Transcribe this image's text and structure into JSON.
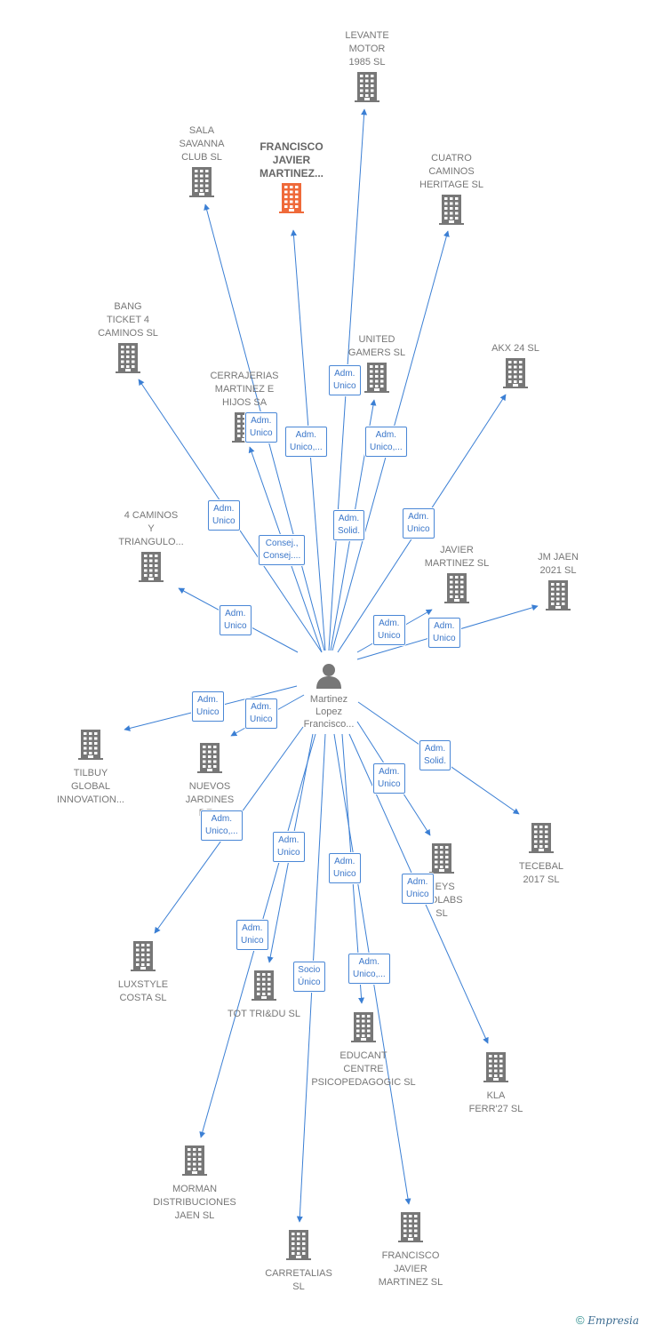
{
  "center": {
    "label": "Martinez\nLopez\nFrancisco..."
  },
  "nodes": [
    {
      "id": "levante",
      "label": "LEVANTE\nMOTOR\n1985  SL",
      "highlight": false
    },
    {
      "id": "sala",
      "label": "SALA\nSAVANNA\nCLUB  SL",
      "highlight": false
    },
    {
      "id": "fjm_main",
      "label": "FRANCISCO\nJAVIER\nMARTINEZ...",
      "highlight": true
    },
    {
      "id": "cuatro",
      "label": "CUATRO\nCAMINOS\nHERITAGE  SL",
      "highlight": false
    },
    {
      "id": "bang",
      "label": "BANG\nTICKET 4\nCAMINOS  SL",
      "highlight": false
    },
    {
      "id": "united",
      "label": "UNITED\nGAMERS  SL",
      "highlight": false
    },
    {
      "id": "akx",
      "label": "AKX 24  SL",
      "highlight": false
    },
    {
      "id": "cerrajerias",
      "label": "CERRAJERIAS\nMARTINEZ E\nHIJOS SA",
      "highlight": false
    },
    {
      "id": "caminos4",
      "label": "4 CAMINOS\nY\nTRIANGULO...",
      "highlight": false
    },
    {
      "id": "jmartinez",
      "label": "JAVIER\nMARTINEZ  SL",
      "highlight": false
    },
    {
      "id": "jmjaen",
      "label": "JM JAEN\n2021  SL",
      "highlight": false
    },
    {
      "id": "tilbuy",
      "label": "TILBUY\nGLOBAL\nINNOVATION...",
      "highlight": false
    },
    {
      "id": "nuevos",
      "label": "NUEVOS\nJARDINES\nDE...",
      "highlight": false
    },
    {
      "id": "tecebal",
      "label": "TECEBAL\n2017  SL",
      "highlight": false
    },
    {
      "id": "keys",
      "label": "KEYS\nBIOLABS\nSL",
      "highlight": false
    },
    {
      "id": "luxstyle",
      "label": "LUXSTYLE\nCOSTA SL",
      "highlight": false
    },
    {
      "id": "tot",
      "label": "TOT TRI&DU SL",
      "highlight": false
    },
    {
      "id": "educant",
      "label": "EDUCANT\nCENTRE\nPSICOPEDAGOGIC SL",
      "highlight": false
    },
    {
      "id": "kla",
      "label": "KLA\nFERR'27  SL",
      "highlight": false
    },
    {
      "id": "morman",
      "label": "MORMAN\nDISTRIBUCIONES\nJAEN  SL",
      "highlight": false
    },
    {
      "id": "carretalias",
      "label": "CARRETALIAS\nSL",
      "highlight": false
    },
    {
      "id": "fjm_sl",
      "label": "FRANCISCO\nJAVIER\nMARTINEZ  SL",
      "highlight": false
    }
  ],
  "roles": [
    {
      "target": "levante",
      "label": "Adm.\nUnico"
    },
    {
      "target": "sala",
      "label": "Adm.\nUnico,..."
    },
    {
      "target": "fjm_main",
      "label": "Consej.,\nConsej...."
    },
    {
      "target": "cuatro",
      "label": "Adm.\nUnico,..."
    },
    {
      "target": "bang",
      "label": "Adm.\nUnico"
    },
    {
      "target": "united",
      "label": "Adm.\nSolid."
    },
    {
      "target": "akx",
      "label": "Adm.\nUnico"
    },
    {
      "target": "cerrajerias",
      "label": "Adm.\nUnico"
    },
    {
      "target": "caminos4",
      "label": "Adm.\nUnico"
    },
    {
      "target": "jmartinez",
      "label": "Adm.\nUnico"
    },
    {
      "target": "jmjaen",
      "label": "Adm.\nUnico"
    },
    {
      "target": "tilbuy",
      "label": "Adm.\nUnico"
    },
    {
      "target": "nuevos",
      "label": "Adm.\nUnico"
    },
    {
      "target": "tecebal",
      "label": "Adm.\nSolid."
    },
    {
      "target": "keys",
      "label": "Adm.\nUnico"
    },
    {
      "target": "luxstyle",
      "label": "Adm.\nUnico,..."
    },
    {
      "target": "tot",
      "label": "Adm.\nUnico"
    },
    {
      "target": "educant",
      "label": "Adm.\nUnico"
    },
    {
      "target": "kla",
      "label": "Adm.\nUnico"
    },
    {
      "target": "morman",
      "label": "Adm.\nUnico"
    },
    {
      "target": "carretalias",
      "label": "Socio\nÚnico"
    },
    {
      "target": "fjm_sl",
      "label": "Adm.\nUnico,..."
    }
  ],
  "footer": {
    "copyright": "©",
    "brand": "Empresia"
  },
  "colors": {
    "edge": "#3b7fd4",
    "building": "#777777",
    "building_highlight": "#ef6a3a"
  }
}
